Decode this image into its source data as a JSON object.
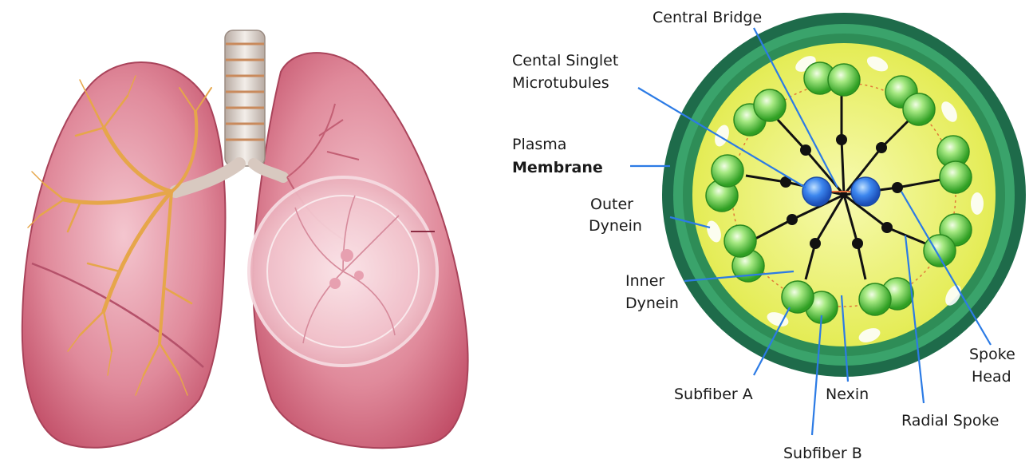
{
  "diagram": {
    "labels": {
      "central_bridge": "Central Bridge",
      "central_singlet_line1": "Cental Singlet",
      "central_singlet_line2": "Microtubules",
      "plasma_line1": "Plasma",
      "plasma_line2": "Membrane",
      "outer_dynein_line1": "Outer",
      "outer_dynein_line2": "Dynein",
      "inner_dynein_line1": "Inner",
      "inner_dynein_line2": "Dynein",
      "subfiber_a": "Subfiber A",
      "nexin": "Nexin",
      "subfiber_b": "Subfiber B",
      "radial_spoke": "Radial Spoke",
      "spoke_head_line1": "Spoke",
      "spoke_head_line2": "Head"
    },
    "colors": {
      "membrane_outer": "#1e6b4a",
      "membrane_inner": "#2e9a5e",
      "matrix": "#e8f06a",
      "matrix_light": "#f6f9b5",
      "doublet": "#3fbf2f",
      "doublet_highlight": "#d8f7b8",
      "central_singlet": "#2b6fe0",
      "spoke": "#111111",
      "leader": "#2c7be5",
      "lung_pink": "#d96a82",
      "lung_light": "#f3c2cb",
      "bronchi": "#e8b05a",
      "trachea": "#e9e2dc"
    }
  }
}
